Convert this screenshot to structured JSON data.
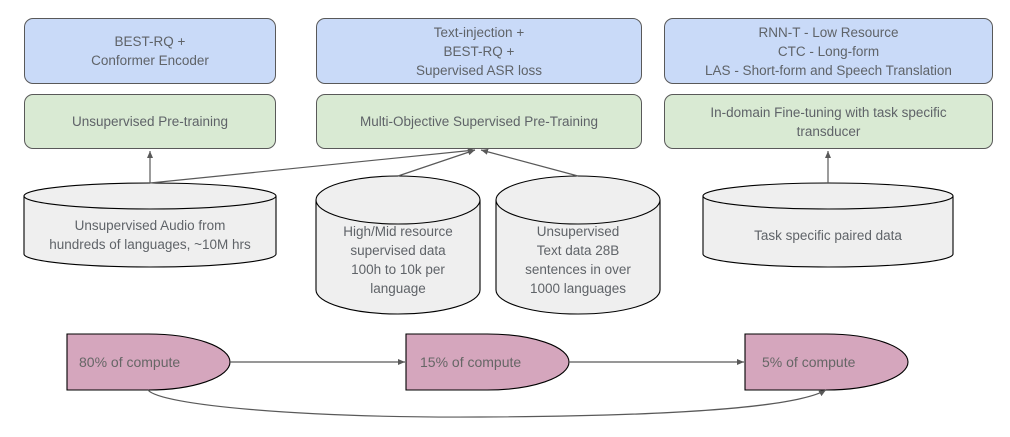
{
  "colors": {
    "method_box": "#c9daf8",
    "stage_box": "#d9ead3",
    "database": "#efefef",
    "compute": "#d5a6bd",
    "stroke": "#595959",
    "text": "#5f6368"
  },
  "columns": [
    {
      "method": "BEST-RQ +\nConformer Encoder",
      "stage": "Unsupervised Pre-training"
    },
    {
      "method": "Text-injection +\nBEST-RQ +\nSupervised ASR loss",
      "stage": "Multi-Objective Supervised Pre-Training"
    },
    {
      "method": "RNN-T - Low Resource\nCTC - Long-form\nLAS - Short-form and Speech Translation",
      "stage": "In-domain Fine-tuning with task specific\ntransducer"
    }
  ],
  "databases": [
    {
      "label": "Unsupervised Audio from\nhundreds of languages, ~10M hrs"
    },
    {
      "label": "High/Mid resource\nsupervised data\n100h to 10k per\nlanguage"
    },
    {
      "label": "Unsupervised\nText data 28B\nsentences in over\n1000 languages"
    },
    {
      "label": "Task specific paired data"
    }
  ],
  "compute": [
    {
      "label": "80% of compute",
      "percent": 80
    },
    {
      "label": "15% of compute",
      "percent": 15
    },
    {
      "label": "5% of compute",
      "percent": 5
    }
  ]
}
